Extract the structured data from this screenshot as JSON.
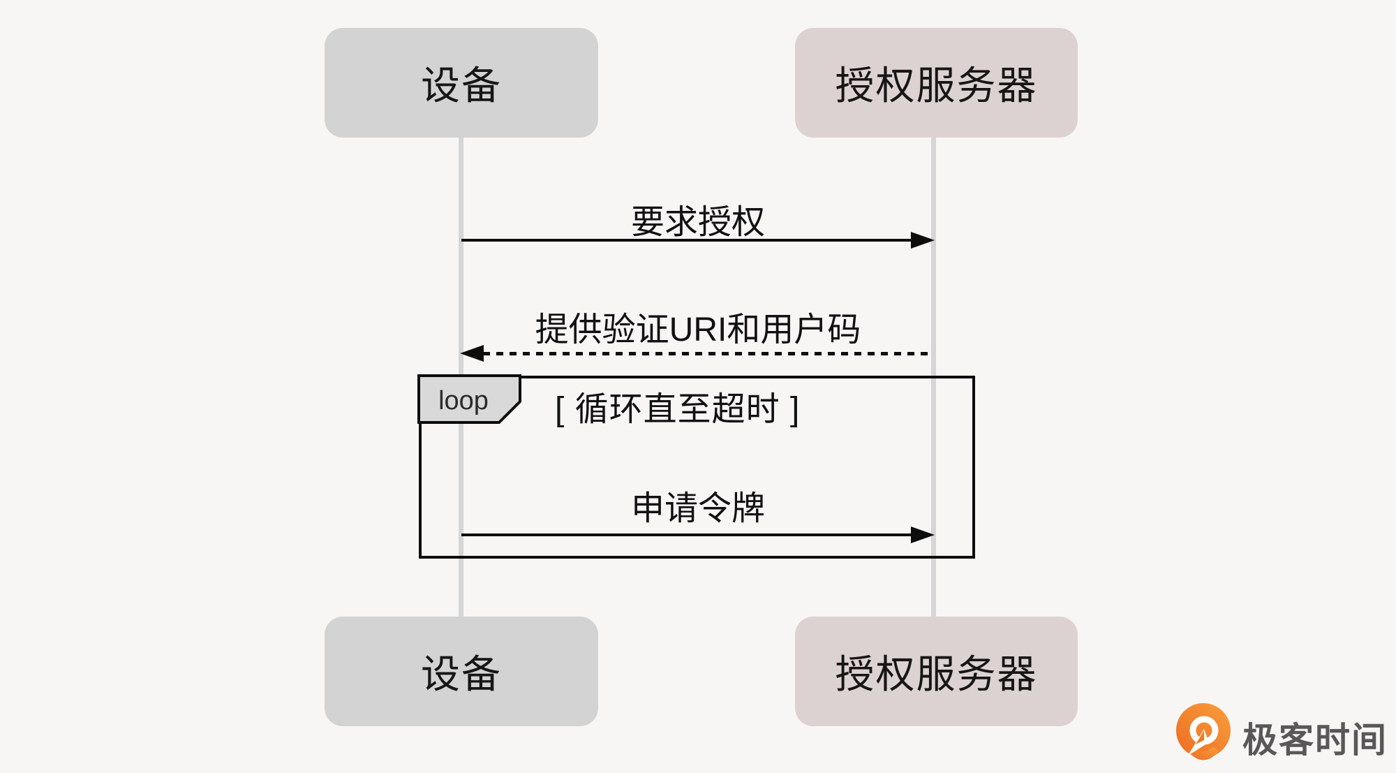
{
  "diagram": {
    "type": "sequence",
    "actors": [
      {
        "id": "device",
        "label": "设备"
      },
      {
        "id": "auth_server",
        "label": "授权服务器"
      }
    ],
    "messages": [
      {
        "from": "device",
        "to": "auth_server",
        "label": "要求授权",
        "line": "solid"
      },
      {
        "from": "auth_server",
        "to": "device",
        "label": "提供验证URI和用户码",
        "line": "dashed"
      },
      {
        "from": "device",
        "to": "auth_server",
        "label": "申请令牌",
        "line": "solid",
        "inside_fragment": true
      }
    ],
    "fragment": {
      "operator": "loop",
      "condition": "[ 循环直至超时 ]"
    }
  },
  "branding": {
    "logo_text": "极客时间",
    "logo_icon": "geektime-pin-icon"
  },
  "colors": {
    "background": "#f7f6f5",
    "device_box": "#d3d3d3",
    "server_box": "#ddd2d2",
    "lifeline": "#d6d6d6",
    "line": "#0d0d0d",
    "loop_tab_fill": "#d9d9d9",
    "text": "#161616",
    "logo_orange_dark": "#ed6c23",
    "logo_orange_light": "#f99e3c",
    "logo_text_color": "#595757"
  }
}
